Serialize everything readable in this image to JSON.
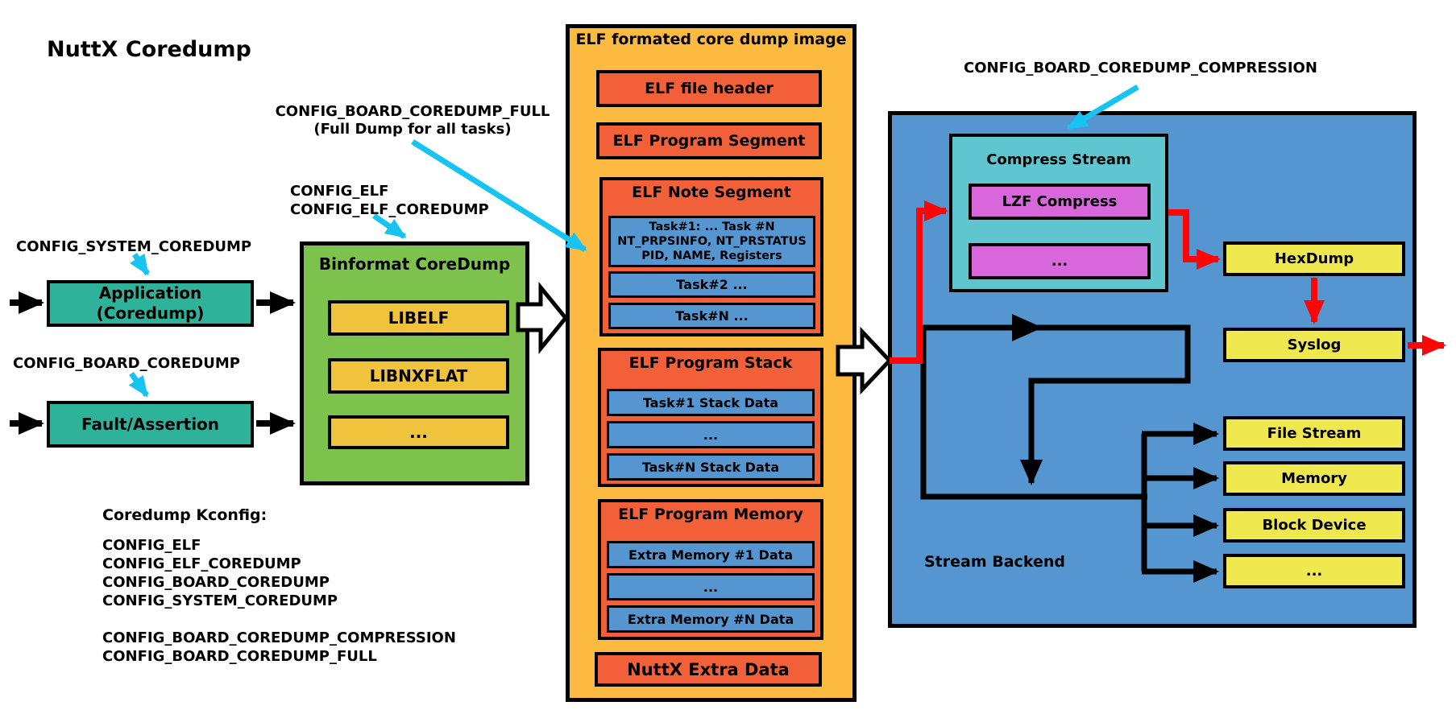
{
  "title": "NuttX Coredump",
  "colors": {
    "teal": "#2EB39A",
    "green": "#7CC24C",
    "amber": "#F0C33C",
    "orange": "#FCBB40",
    "orange_red": "#F2603A",
    "blue": "#5596D0",
    "cyan_box": "#5FC5CE",
    "magenta": "#D767DA",
    "yellow": "#EFE94F",
    "arrow_cyan": "#17C3F0",
    "arrow_red": "#FB0707",
    "black": "#000000"
  },
  "left": {
    "system_label": "CONFIG_SYSTEM_COREDUMP",
    "application": "Application\n(Coredump)",
    "board_label": "CONFIG_BOARD_COREDUMP",
    "fault": "Fault/Assertion"
  },
  "binformat": {
    "title": "Binformat CoreDump",
    "items": [
      "LIBELF",
      "LIBNXFLAT",
      "..."
    ]
  },
  "labels": {
    "full_dump": "CONFIG_BOARD_COREDUMP_FULL\n(Full Dump for all tasks)",
    "elf_config": "CONFIG_ELF\nCONFIG_ELF_COREDUMP",
    "compression": "CONFIG_BOARD_COREDUMP_COMPRESSION"
  },
  "elf_image": {
    "title": "ELF formated core dump image",
    "file_header": "ELF file header",
    "program_segment": "ELF Program Segment",
    "note": {
      "title": "ELF Note Segment",
      "task1": "Task#1: ... Task #N\nNT_PRPSINFO, NT_PRSTATUS\nPID, NAME, Registers",
      "task2": "Task#2 ...",
      "taskN": "Task#N ..."
    },
    "stack": {
      "title": "ELF Program Stack",
      "items": [
        "Task#1 Stack Data",
        "...",
        "Task#N Stack Data"
      ]
    },
    "memory": {
      "title": "ELF Program Memory",
      "items": [
        "Extra Memory #1 Data",
        "...",
        "Extra Memory #N Data"
      ]
    },
    "extra": "NuttX Extra Data"
  },
  "backend": {
    "title": "Stream Backend",
    "compress": {
      "title": "Compress Stream",
      "items": [
        "LZF Compress",
        "..."
      ]
    },
    "hexdump": "HexDump",
    "syslog": "Syslog",
    "outputs": [
      "File Stream",
      "Memory",
      "Block Device",
      "..."
    ]
  },
  "kconfig": {
    "heading": "Coredump Kconfig:",
    "list": "CONFIG_ELF\nCONFIG_ELF_COREDUMP\nCONFIG_BOARD_COREDUMP\nCONFIG_SYSTEM_COREDUMP\n\nCONFIG_BOARD_COREDUMP_COMPRESSION\nCONFIG_BOARD_COREDUMP_FULL"
  }
}
